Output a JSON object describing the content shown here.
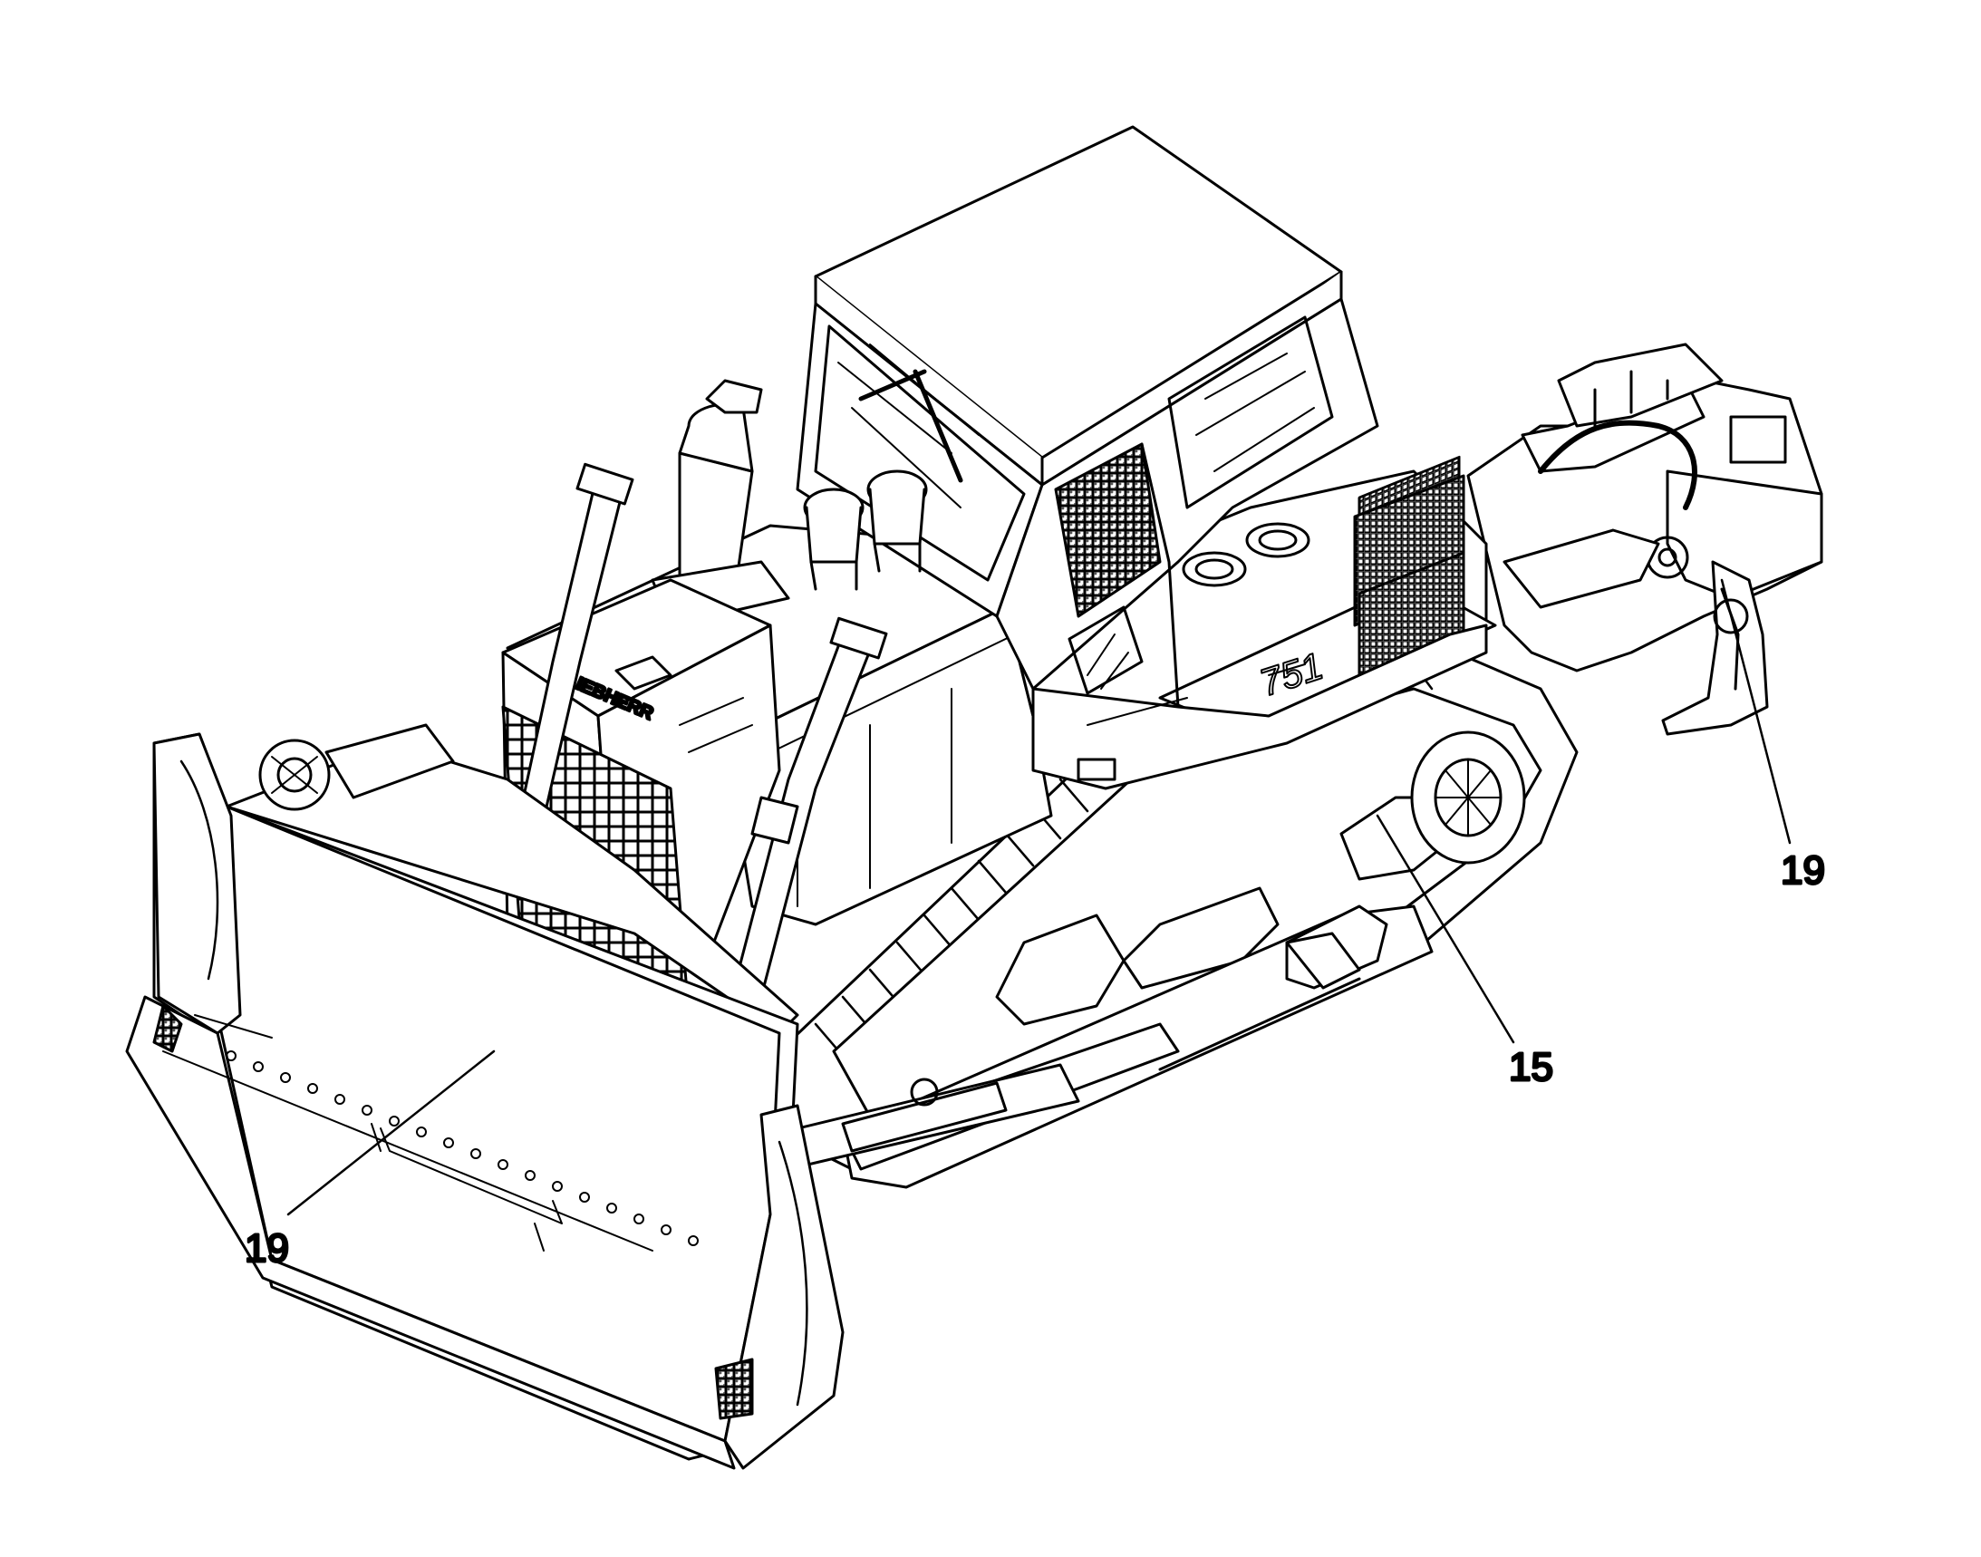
{
  "diagram": {
    "callouts": {
      "blade": "19",
      "track": "15",
      "ripper": "19"
    },
    "cab_badge": "751",
    "grille_badge": "LIEBHERR",
    "colors": {
      "ink": "#000000",
      "paper": "#ffffff",
      "hatch": "#555555"
    }
  }
}
